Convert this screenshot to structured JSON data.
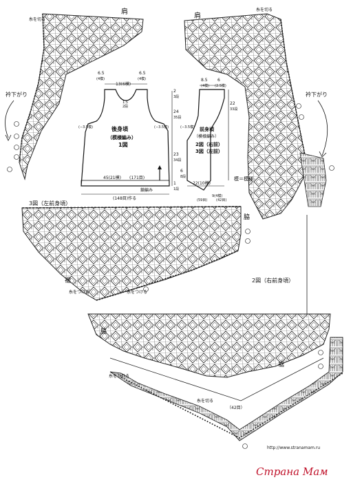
{
  "labels": {
    "shoulder_left": "肩",
    "shoulder_right": "肩",
    "yarn_cut_top_left": "糸を切る",
    "yarn_cut_top_right": "糸を切る",
    "neck_down_left": "衿下がり",
    "neck_down_right": "衿下がり",
    "left_front_label": "3図（左前身頃）",
    "right_front_label": "2図（右前身頃）",
    "armhole_label_1": "脇",
    "armhole_label_2": "脇",
    "hem_label_1": "裾",
    "hem_label_2": "裾",
    "yarn_attach_1": "糸をつける",
    "yarn_attach_2": "糸をつける",
    "yarn_attach_3": "糸をつける",
    "yarn_cut_bottom": "糸を切る",
    "count_bottom": "（42目）"
  },
  "back_schematic": {
    "title": "後身頃",
    "subtitle": "（模様編み）",
    "fig": "1図",
    "dim_top": "13(6模)",
    "dim_left_shoulder": "6.5",
    "dim_left_shoulder_sub": "(4模)",
    "dim_right_shoulder": "6.5",
    "dim_right_shoulder_sub": "(4模)",
    "neck_drop": "1.5",
    "neck_drop_sub": "2段",
    "dim_side_left": "(−3.5模)",
    "dim_side_right": "(−3.5模)",
    "dim_bottom": "45(21模)",
    "dim_bottom_stitches": "(171目)",
    "dim_chain": "(148目)作る",
    "chain_label": "鎖編み",
    "height_total": "23",
    "height_sub": "34段",
    "height_2": "24",
    "height_2_sub": "35段",
    "rib_height": "1",
    "rib_sub": "1段",
    "top_small": "2",
    "top_small_sub": "3段"
  },
  "front_schematic": {
    "title": "前身頃",
    "subtitle": "（模様編み）",
    "fig_right": "2図（右前）",
    "fig_left": "3図（左前）",
    "dim_top": "8.5",
    "dim_top_sub": "(4模)",
    "dim_top_right": "6",
    "dim_top_right_sub": "(2.5模)",
    "dim_side": "(−3.5模)",
    "height_a": "22",
    "height_a_sub": "33段",
    "height_b": "6",
    "height_b_sub": "8段",
    "dim_bottom": "22(10模)",
    "dim_bottom_stitches": "(59目)",
    "dim_bottom_right": "(42目)",
    "dim_bottom_right_sub": "9(4模)",
    "pattern_label": "模＝模様"
  },
  "watermark": {
    "text": "Страна Мам",
    "url_text": "http://www.stranamam.ru"
  },
  "colors": {
    "line": "#1a1a1a",
    "watermark": "#c0122a"
  }
}
